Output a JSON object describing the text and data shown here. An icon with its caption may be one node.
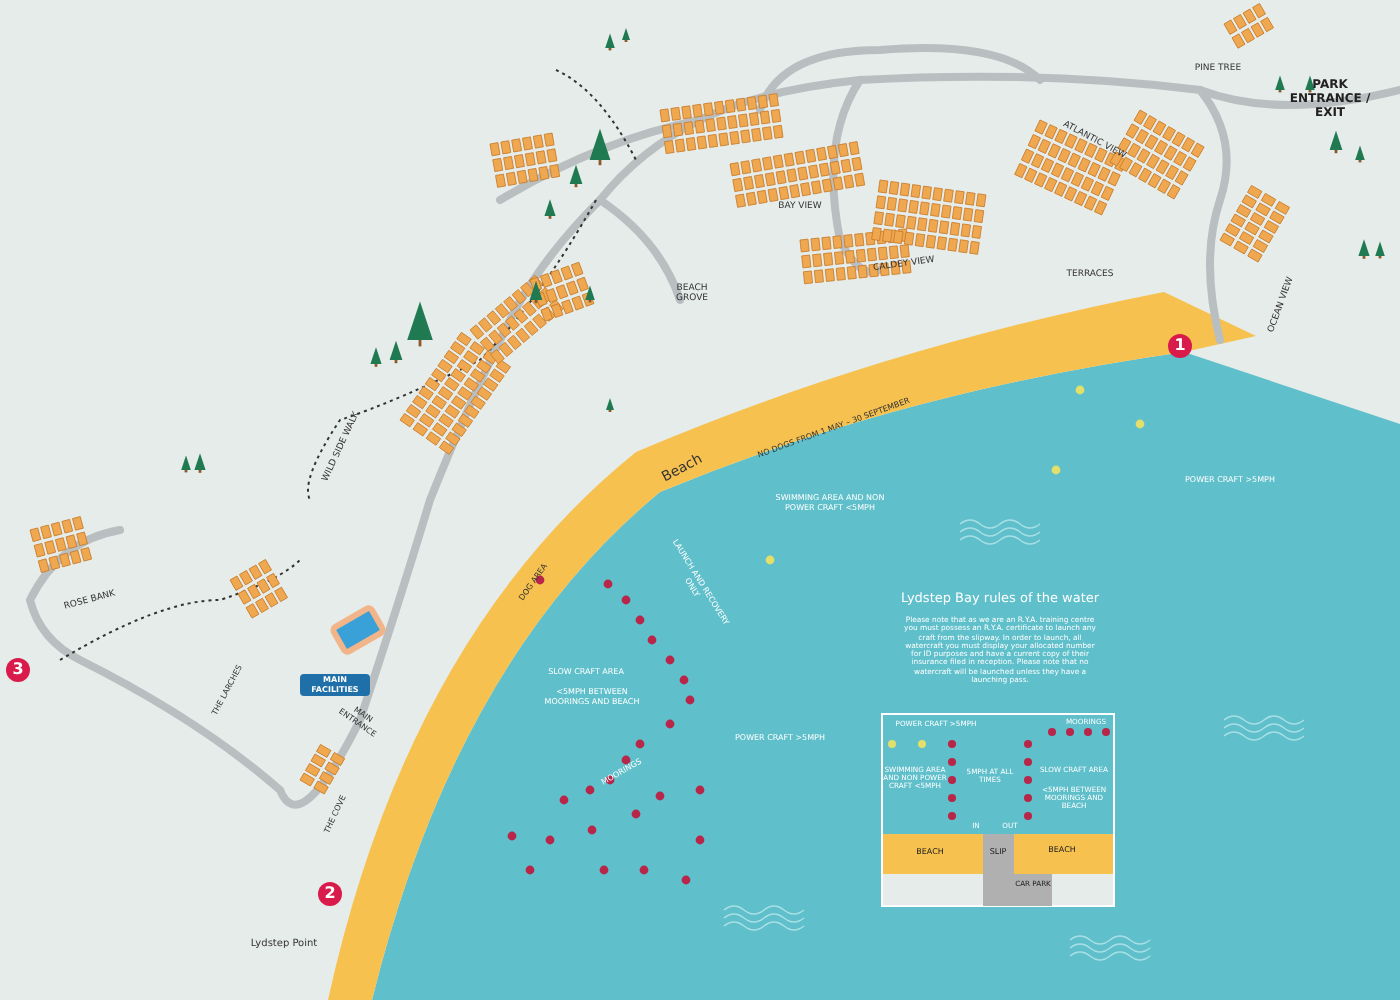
{
  "diagram": {
    "labels": [
      "PINE TREE",
      "PARK ENTRANCE / EXIT",
      "ATLANTIC VIEW",
      "BAY VIEW",
      "BEACH GROVE",
      "CALDEY VIEW",
      "TERRACES",
      "OCEAN VIEW",
      "1",
      "WILD SIDE WALK",
      "NO DOGS FROM 1 MAY – 30 SEPTEMBER",
      "Beach",
      "SWIMMING AREA AND NON POWER CRAFT <5MPH",
      "POWER CRAFT >5MPH",
      "LAUNCH AND RECOVERY ONLY",
      "DOG AREA",
      "Lydstep Bay rules of the water",
      "Please note that as we are an R.Y.A. training centre you must possess an R.Y.A. certificate to launch any craft from the slipway. In order to launch, all watercraft you must display your allocated number for ID purposes and have a current copy of their insurance filed in reception. Please note that no watercraft will be launched unless they have a launching pass.",
      "ROSE BANK",
      "3",
      "MAIN FACILITIES",
      "THE LARCHES",
      "MAIN ENTRANCE",
      "SLOW CRAFT AREA",
      "<5MPH BETWEEN MOORINGS AND BEACH",
      "POWER CRAFT >5MPH",
      "MOORINGS",
      "POWER CRAFT >5MPH",
      "MOORINGS",
      "SWIMMING AREA AND NON POWER CRAFT <5MPH",
      "5MPH AT ALL TIMES",
      "SLOW CRAFT AREA",
      "<5MPH BETWEEN MOORINGS AND BEACH",
      "IN",
      "OUT",
      "BEACH",
      "SLIP",
      "BEACH",
      "CAR PARK",
      "THE COVE",
      "2",
      "Lydstep Point"
    ]
  }
}
